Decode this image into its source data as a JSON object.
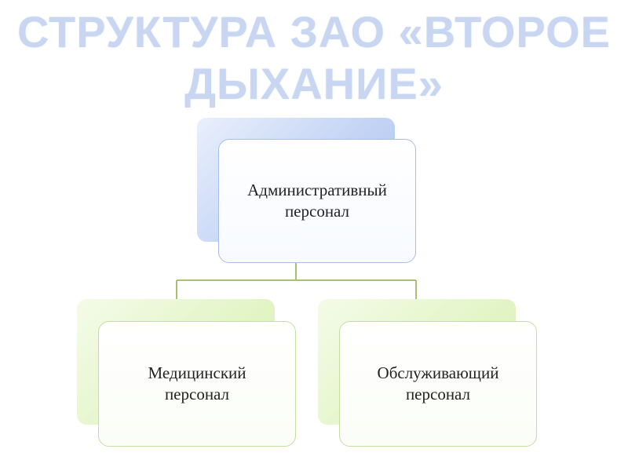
{
  "title": "СТРУКТУРА ЗАО «ВТОРОЕ ДЫХАНИЕ»",
  "nodes": {
    "top": {
      "label": "Административный\nперсонал"
    },
    "left": {
      "label": "Медицинский\nперсонал"
    },
    "right": {
      "label": "Обслуживающий\nперсонал"
    }
  },
  "colors": {
    "connector": "#a8c070",
    "title": "#c9d6f2"
  }
}
